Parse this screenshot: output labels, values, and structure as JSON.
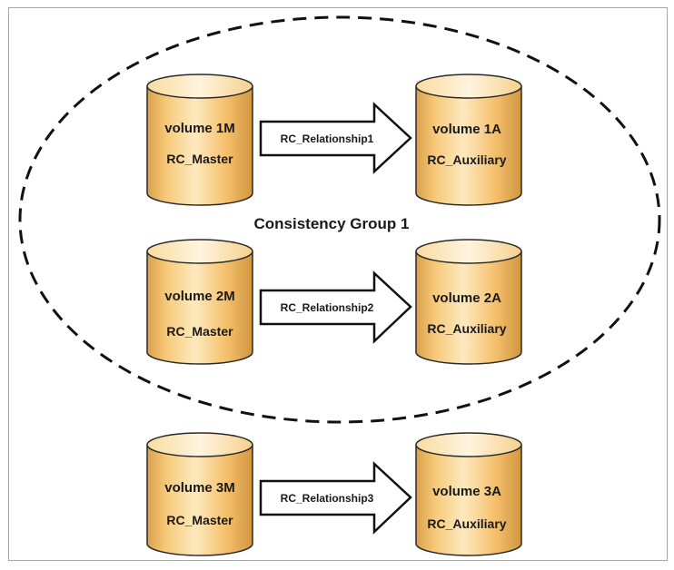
{
  "group": {
    "label": "Consistency Group 1"
  },
  "pairs": [
    {
      "master": {
        "volume": "volume 1M",
        "role": "RC_Master"
      },
      "relationship": "RC_Relationship1",
      "auxiliary": {
        "volume": "volume 1A",
        "role": "RC_Auxiliary"
      },
      "in_group": true
    },
    {
      "master": {
        "volume": "volume 2M",
        "role": "RC_Master"
      },
      "relationship": "RC_Relationship2",
      "auxiliary": {
        "volume": "volume 2A",
        "role": "RC_Auxiliary"
      },
      "in_group": true
    },
    {
      "master": {
        "volume": "volume 3M",
        "role": "RC_Master"
      },
      "relationship": "RC_Relationship3",
      "auxiliary": {
        "volume": "volume 3A",
        "role": "RC_Auxiliary"
      },
      "in_group": false
    }
  ],
  "colors": {
    "cylinder_light": "#fde9bf",
    "cylinder_mid": "#f7c979",
    "cylinder_dark": "#d9a14a",
    "outline": "#2a2a2a",
    "arrow_fill": "#ffffff"
  }
}
